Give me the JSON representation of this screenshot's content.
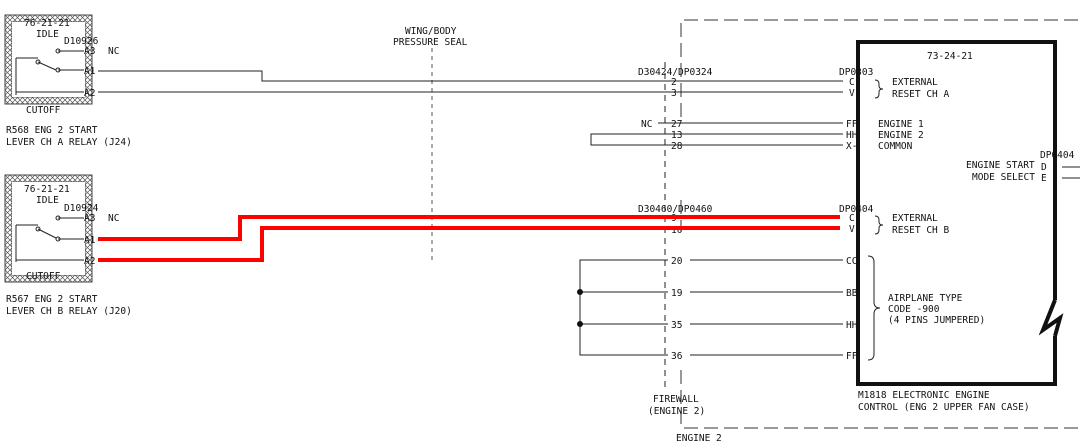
{
  "relay_a": {
    "ref": "76-21-21",
    "idle": "IDLE",
    "connector": "D10926",
    "pin_a3": "A3",
    "nc": "NC",
    "pin_a1": "A1",
    "pin_a2": "A2",
    "cutoff": "CUTOFF",
    "id_line1": "R568    ENG 2 START",
    "id_line2": "LEVER CH A RELAY (J24)"
  },
  "relay_b": {
    "ref": "76-21-21",
    "idle": "IDLE",
    "connector": "D10924",
    "pin_a3": "A3",
    "nc": "NC",
    "pin_a1": "A1",
    "pin_a2": "A2",
    "cutoff": "CUTOFF",
    "id_line1": "R567    ENG 2 START",
    "id_line2": "LEVER CH B RELAY (J20)"
  },
  "wing_body": {
    "line1": "WING/BODY",
    "line2": "PRESSURE SEAL"
  },
  "upper_connector": {
    "label": "D30424/DP0324",
    "ecu_plug": "DP0303",
    "pins": [
      {
        "num": "2",
        "ecu": "C-"
      },
      {
        "num": "3",
        "ecu": "V-"
      }
    ],
    "reset_line1": "EXTERNAL",
    "reset_line2": "RESET CH A"
  },
  "engine_pins": {
    "nc": "NC",
    "rows": [
      {
        "num": "27",
        "ecu": "FF",
        "label": "ENGINE 1"
      },
      {
        "num": "13",
        "ecu": "HH",
        "label": "ENGINE 2"
      },
      {
        "num": "28",
        "ecu": "X-",
        "label": "COMMON"
      }
    ]
  },
  "lower_connector": {
    "label": "D30460/DP0460",
    "ecu_plug": "DP0404",
    "pins": [
      {
        "num": "9",
        "ecu": "C-"
      },
      {
        "num": "10",
        "ecu": "V-"
      }
    ],
    "reset_line1": "EXTERNAL",
    "reset_line2": "RESET CH B"
  },
  "airplane_type": {
    "rows": [
      {
        "num": "20",
        "ecu": "CC"
      },
      {
        "num": "19",
        "ecu": "BB"
      },
      {
        "num": "35",
        "ecu": "HH"
      },
      {
        "num": "36",
        "ecu": "FF"
      }
    ],
    "line1": "AIRPLANE TYPE",
    "line2": "CODE -900",
    "line3": "(4 PINS JUMPERED)"
  },
  "ecu": {
    "ref": "73-24-21",
    "start_mode_line1": "ENGINE START",
    "start_mode_line2": "MODE SELECT",
    "plug": "DP0404",
    "pin_d": "D",
    "pin_e": "E",
    "id_line1": "M1818   ELECTRONIC ENGINE",
    "id_line2": "CONTROL (ENG 2 UPPER FAN CASE)"
  },
  "firewall": {
    "line1": "FIREWALL",
    "line2": "(ENGINE 2)",
    "engine": "ENGINE 2"
  },
  "colors": {
    "highlight": "#ff0000",
    "ink": "#111111"
  }
}
